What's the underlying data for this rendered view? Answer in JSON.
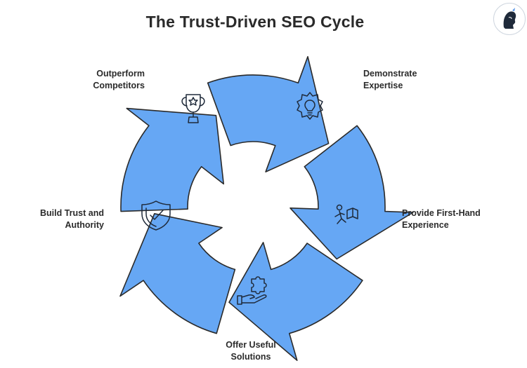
{
  "title": "The Trust-Driven SEO Cycle",
  "colors": {
    "segment_fill": "#66a7f4",
    "segment_stroke": "#2a2a2a",
    "icon_stroke": "#1f2a3a",
    "background": "#ffffff"
  },
  "steps": [
    {
      "line1": "Demonstrate",
      "line2": "Expertise",
      "icon": "gear-lightbulb-icon"
    },
    {
      "line1": "Provide First-Hand",
      "line2": "Experience",
      "icon": "person-running-book-icon"
    },
    {
      "line1": "Offer Useful",
      "line2": "Solutions",
      "icon": "hand-puzzle-icon"
    },
    {
      "line1": "Build Trust and",
      "line2": "Authority",
      "icon": "shield-check-icon"
    },
    {
      "line1": "Outperform",
      "line2": "Competitors",
      "icon": "trophy-star-icon"
    }
  ],
  "avatar": {
    "icon": "profile-avatar-icon"
  }
}
